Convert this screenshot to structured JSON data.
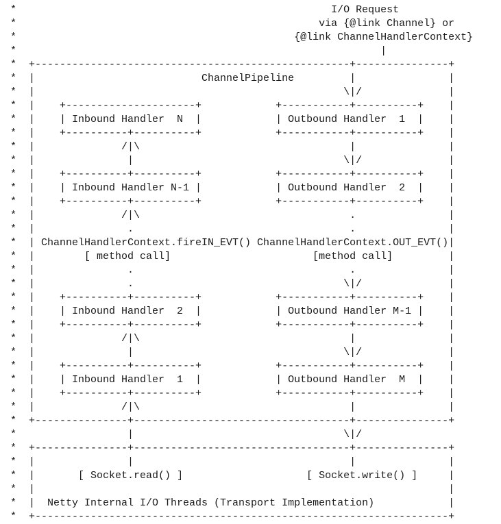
{
  "diagram": {
    "lines": [
      " *                                                   I/O Request",
      " *                                                 via {@link Channel} or",
      " *                                             {@link ChannelHandlerContext}",
      " *                                                           |",
      " *  +---------------------------------------------------+---------------+",
      " *  |                           ChannelPipeline         |               |",
      " *  |                                                  \\|/              |",
      " *  |    +---------------------+            +-----------+----------+    |",
      " *  |    | Inbound Handler  N  |            | Outbound Handler  1  |    |",
      " *  |    +----------+----------+            +-----------+----------+    |",
      " *  |              /|\\                                  |               |",
      " *  |               |                                  \\|/              |",
      " *  |    +----------+----------+            +-----------+----------+    |",
      " *  |    | Inbound Handler N-1 |            | Outbound Handler  2  |    |",
      " *  |    +----------+----------+            +-----------+----------+    |",
      " *  |              /|\\                                  .               |",
      " *  |               .                                   .               |",
      " *  | ChannelHandlerContext.fireIN_EVT() ChannelHandlerContext.OUT_EVT()|",
      " *  |        [ method call]                       [method call]         |",
      " *  |               .                                   .               |",
      " *  |               .                                  \\|/              |",
      " *  |    +----------+----------+            +-----------+----------+    |",
      " *  |    | Inbound Handler  2  |            | Outbound Handler M-1 |    |",
      " *  |    +----------+----------+            +-----------+----------+    |",
      " *  |              /|\\                                  |               |",
      " *  |               |                                  \\|/              |",
      " *  |    +----------+----------+            +-----------+----------+    |",
      " *  |    | Inbound Handler  1  |            | Outbound Handler  M  |    |",
      " *  |    +----------+----------+            +-----------+----------+    |",
      " *  |              /|\\                                  |               |",
      " *  +---------------+-----------------------------------+---------------+",
      " *                  |                                  \\|/",
      " *  +---------------+-----------------------------------+---------------+",
      " *  |               |                                   |               |",
      " *  |       [ Socket.read() ]                    [ Socket.write() ]     |",
      " *  |                                                                   |",
      " *  |  Netty Internal I/O Threads (Transport Implementation)            |",
      " *  +-------------------------------------------------------------------+"
    ]
  }
}
